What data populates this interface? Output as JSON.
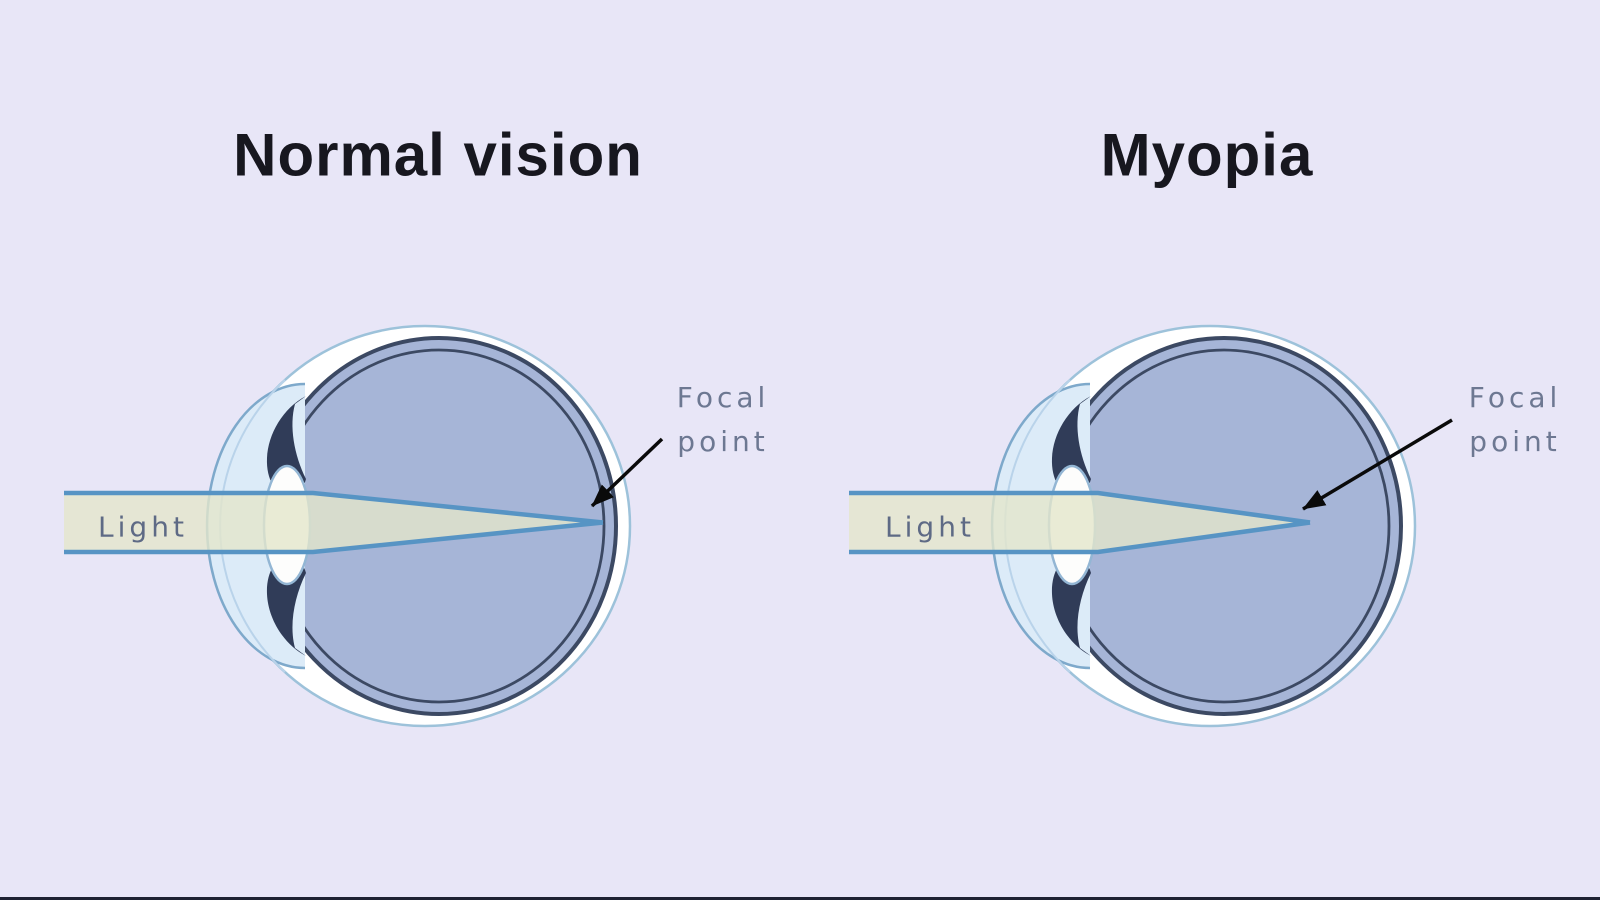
{
  "diagram": {
    "type": "eye-anatomy-comparison",
    "background_color": "#e8e6f7",
    "bottom_bar_color": "#1e2233",
    "panels": [
      {
        "id": "normal-vision",
        "title": "Normal vision",
        "light_label": "Light",
        "focal_label": [
          "Focal",
          "point"
        ],
        "focal_point_location": "on retina"
      },
      {
        "id": "myopia",
        "title": "Myopia",
        "light_label": "Light",
        "focal_label": [
          "Focal",
          "point"
        ],
        "focal_point_location": "in front of retina"
      }
    ],
    "colors": {
      "title_text": "#17171f",
      "light_label_text": "#5e6a85",
      "focal_label_text": "#6d7892",
      "sclera_fill": "#ffffff",
      "sclera_stroke": "#9dc2da",
      "globe_fill": "#a6b5d7",
      "ring_stroke": "#3c4963",
      "cornea_fill": "#dcebf8",
      "cornea_stroke": "#7ea9cb",
      "limbus_stroke": "#b9d3ea",
      "iris_fill": "#303c58",
      "lens_fill": "#fdfdfc",
      "lens_stroke": "#93b6d4",
      "beam_fill": "rgba(227,230,203,0.8)",
      "beam_stroke": "#5794c4",
      "arrow_color": "#0a0a0a"
    }
  }
}
